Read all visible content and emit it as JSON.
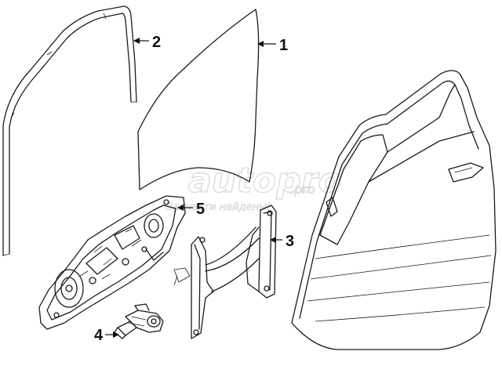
{
  "diagram": {
    "callouts": [
      {
        "id": "1",
        "label": "1"
      },
      {
        "id": "2",
        "label": "2"
      },
      {
        "id": "3",
        "label": "3"
      },
      {
        "id": "4",
        "label": "4"
      },
      {
        "id": "5",
        "label": "5"
      }
    ],
    "watermark": {
      "logo_text": "autopro",
      "tld": ".pro",
      "tagline": "Запчасти найдены!"
    }
  }
}
